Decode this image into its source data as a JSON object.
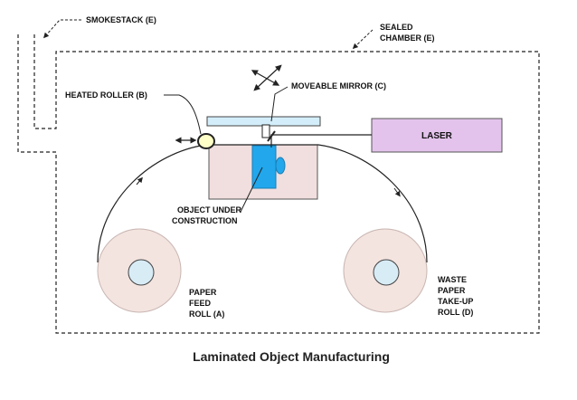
{
  "labels": {
    "smokestack": "SMOKESTACK (E)",
    "sealed_1": "SEALED",
    "sealed_2": "CHAMBER (E)",
    "heated_roller": "HEATED ROLLER (B)",
    "moveable_mirror": "MOVEABLE MIRROR (C)",
    "laser": "LASER",
    "object_1": "OBJECT UNDER",
    "object_2": "CONSTRUCTION",
    "feed_1": "PAPER",
    "feed_2": "FEED",
    "feed_3": "ROLL (A)",
    "waste_1": "WASTE",
    "waste_2": "PAPER",
    "waste_3": "TAKE-UP",
    "waste_4": "ROLL (D)"
  },
  "caption": "Laminated Object Manufacturing",
  "colors": {
    "roll_outer": "#f3e4e0",
    "roll_inner": "#d8ecf6",
    "platform": "#f1dede",
    "object": "#22a7ec",
    "laser": "#e3c3ec",
    "mirror_bar": "#d3eefa",
    "roller": "#ffffc8",
    "line": "#222222"
  }
}
